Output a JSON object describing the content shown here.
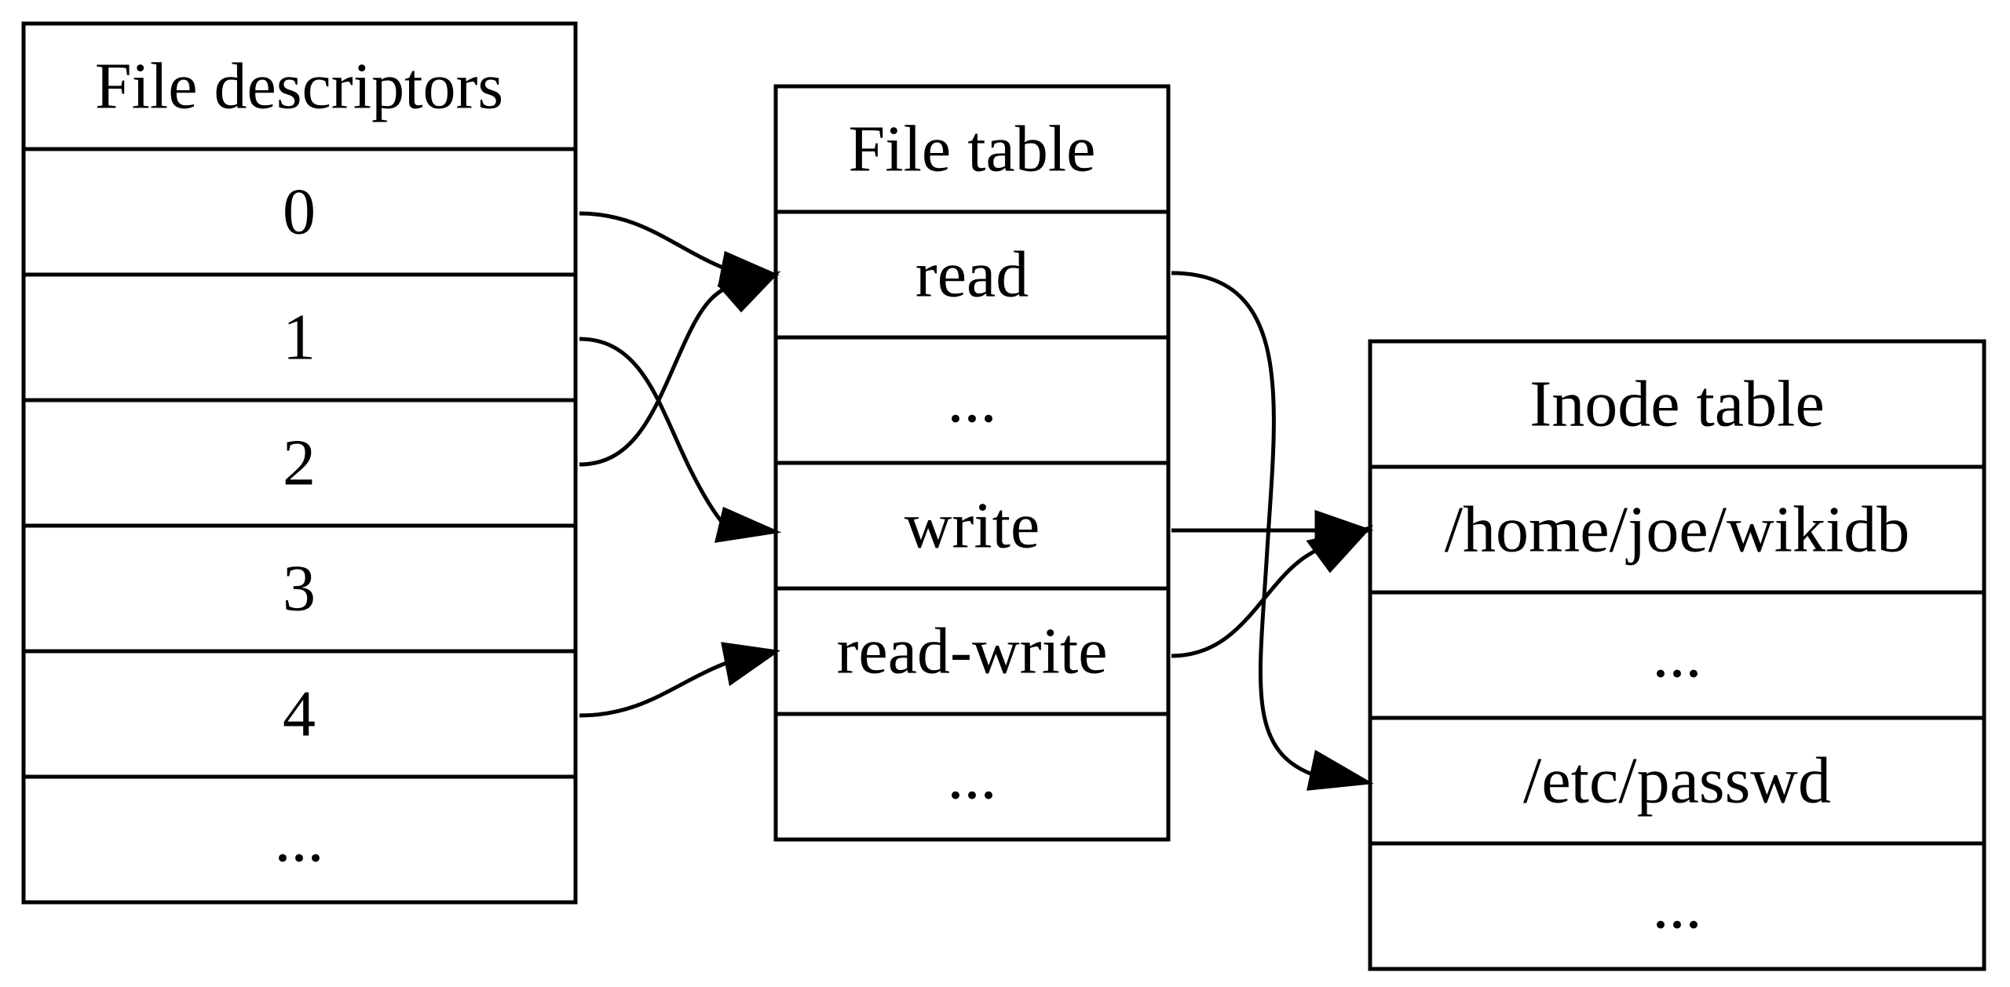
{
  "diagram": {
    "tables": {
      "fd": {
        "header": "File descriptors",
        "rows": [
          "0",
          "1",
          "2",
          "3",
          "4",
          "..."
        ]
      },
      "file": {
        "header": "File table",
        "rows": [
          "read",
          "...",
          "write",
          "read-write",
          "..."
        ]
      },
      "inode": {
        "header": "Inode table",
        "rows": [
          "/home/joe/wikidb",
          "...",
          "/etc/passwd",
          "..."
        ]
      }
    },
    "edges": [
      {
        "from": "fd.0",
        "to": "file.read"
      },
      {
        "from": "fd.1",
        "to": "file.write"
      },
      {
        "from": "fd.2",
        "to": "file.read"
      },
      {
        "from": "fd.4",
        "to": "file.read-write"
      },
      {
        "from": "file.read",
        "to": "inode./etc/passwd"
      },
      {
        "from": "file.write",
        "to": "inode./home/joe/wikidb"
      },
      {
        "from": "file.read-write",
        "to": "inode./home/joe/wikidb"
      }
    ],
    "colors": {
      "stroke": "#000000",
      "background": "#ffffff"
    }
  }
}
